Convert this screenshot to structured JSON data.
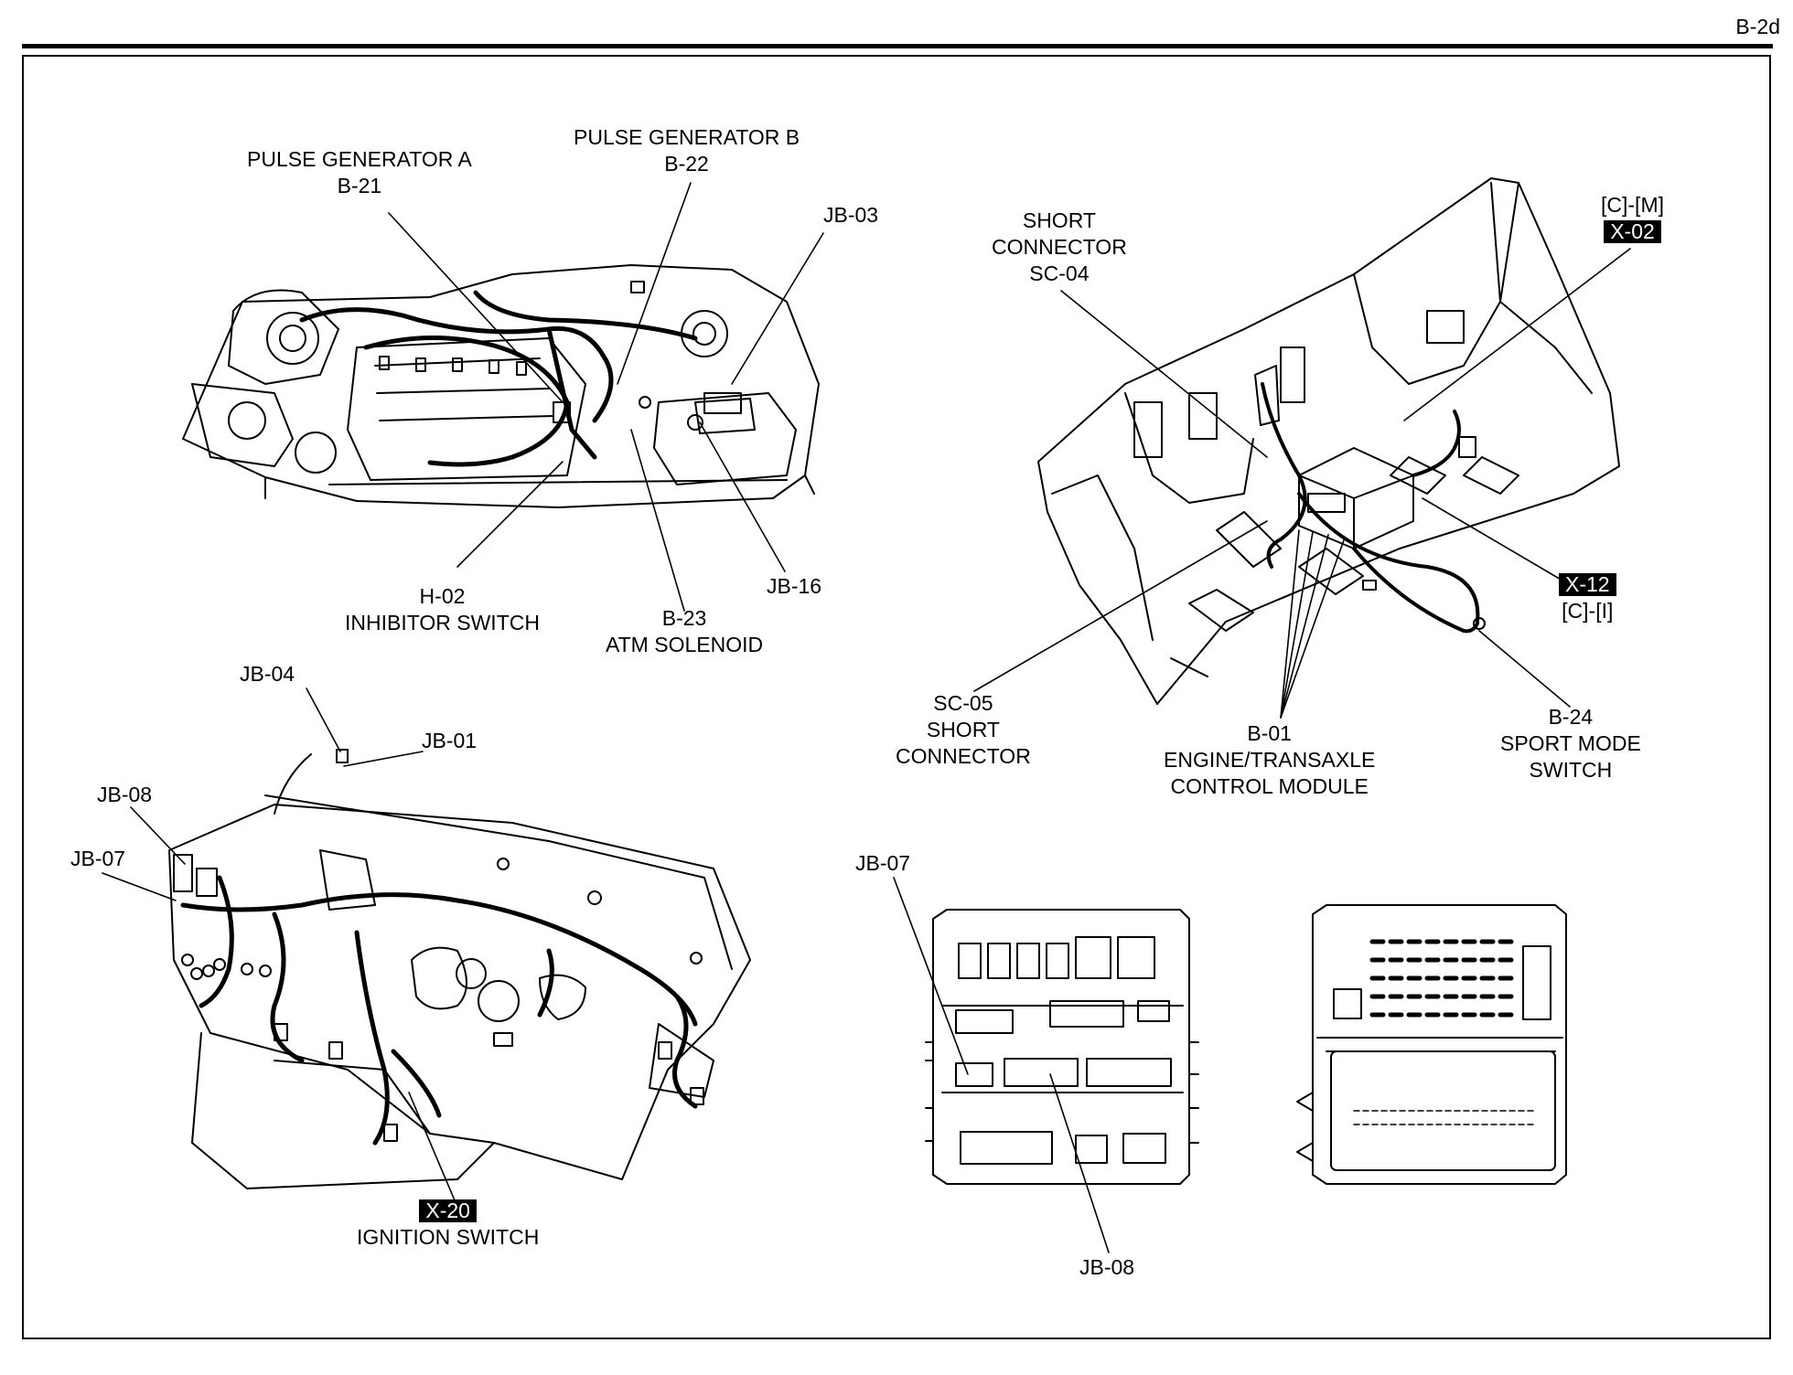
{
  "header": {
    "page_code": "B-2d"
  },
  "labels": {
    "pulse_gen_a": {
      "name": "PULSE GENERATOR A",
      "code": "B-21"
    },
    "pulse_gen_b": {
      "name": "PULSE GENERATOR B",
      "code": "B-22"
    },
    "jb03": "JB-03",
    "jb16": "JB-16",
    "inhibitor": {
      "code": "H-02",
      "name": "INHIBITOR SWITCH"
    },
    "atm": {
      "code": "B-23",
      "name": "ATM SOLENOID"
    },
    "short_connector_sc04": {
      "line1": "SHORT",
      "line2": "CONNECTOR",
      "code": "SC-04"
    },
    "x02": {
      "ref": "[C]-[M]",
      "code": "X-02"
    },
    "x12": {
      "code": "X-12",
      "ref": "[C]-[I]"
    },
    "sc05": {
      "code": "SC-05",
      "line1": "SHORT",
      "line2": "CONNECTOR"
    },
    "ecm": {
      "code": "B-01",
      "line1": "ENGINE/TRANSAXLE",
      "line2": "CONTROL MODULE"
    },
    "sport": {
      "code": "B-24",
      "line1": "SPORT MODE",
      "line2": "SWITCH"
    },
    "jb04": "JB-04",
    "jb01": "JB-01",
    "jb08_left": "JB-08",
    "jb07_left": "JB-07",
    "ignition": {
      "code": "X-20",
      "name": "IGNITION SWITCH"
    },
    "jb07_right": "JB-07",
    "jb08_bottom": "JB-08"
  }
}
